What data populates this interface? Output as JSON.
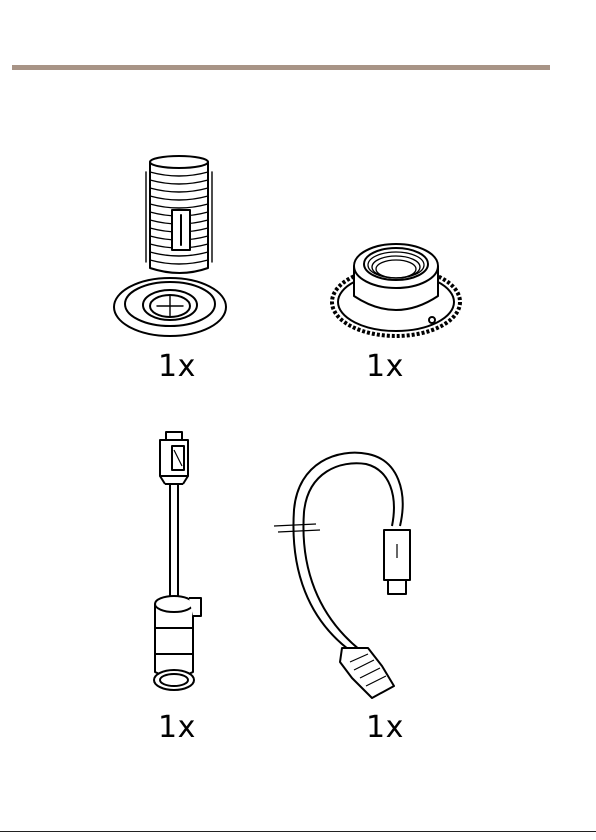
{
  "colors": {
    "rule": "#a89486",
    "line": "#000000"
  },
  "items": [
    {
      "name": "flush-mount-sleeve",
      "icon": "flush-mount-sleeve-icon",
      "quantity": "1x"
    },
    {
      "name": "knurled-lock-nut",
      "icon": "knurled-nut-icon",
      "quantity": "1x"
    },
    {
      "name": "sensor-cable-adapter",
      "icon": "sensor-cable-icon",
      "quantity": "1x"
    },
    {
      "name": "network-cable",
      "icon": "rj45-cable-icon",
      "quantity": "1x"
    }
  ]
}
